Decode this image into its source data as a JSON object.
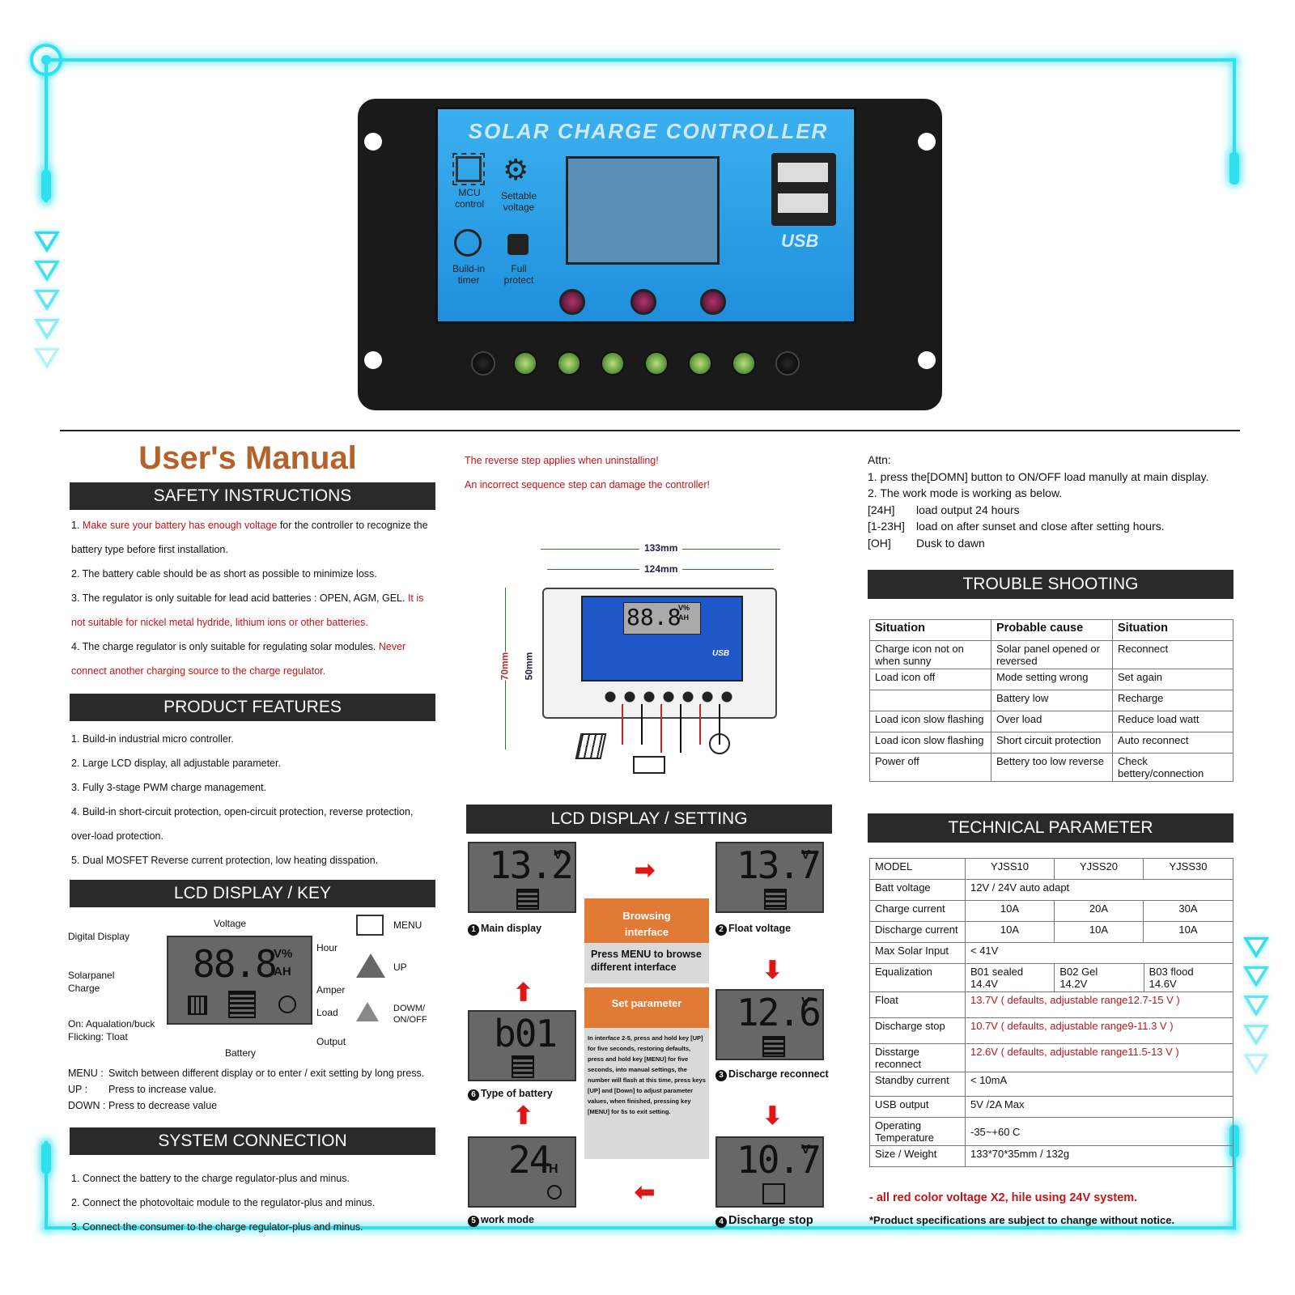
{
  "device": {
    "title": "SOLAR CHARGE CONTROLLER",
    "f1": "MCU",
    "f1b": "control",
    "f2": "Settable",
    "f2b": "voltage",
    "f3": "Build-in",
    "f3b": "timer",
    "f4": "Full",
    "f4b": "protect",
    "usb": "USB"
  },
  "manual_title": "User's Manual",
  "safety": {
    "header": "SAFETY INSTRUCTIONS",
    "l1a": "1. ",
    "l1r": "Make sure your battery has enough voltage",
    "l1b": " for the controller to recognize the",
    "l1c": "battery type before first installation.",
    "l2": "2. The battery cable should be as short as possible to minimize loss.",
    "l3a": "3. The regulator is only suitable for lead acid batteries : OPEN, AGM, GEL. ",
    "l3r": "It is",
    "l3c": "not suitable for nickel metal hydride, lithium ions or other batteries.",
    "l4a": "4. The charge regulator is only suitable for regulating solar modules. ",
    "l4r": "Never",
    "l4c": "connect another charging source to the charge regulator."
  },
  "features": {
    "header": "PRODUCT FEATURES",
    "l1": "1. Build-in industrial micro controller.",
    "l2": "2. Large LCD display, all adjustable parameter.",
    "l3": "3. Fully 3-stage PWM charge management.",
    "l4": "4. Build-in short-circuit protection, open-circuit protection, reverse protection,",
    "l4b": "over-load protection.",
    "l5": "5. Dual MOSFET Reverse current protection, low heating disspation."
  },
  "lcdkey": {
    "header": "LCD DISPLAY / KEY",
    "digital": "Digital Display",
    "voltage": "Voltage",
    "hour": "Hour",
    "amper": "Amper",
    "load": "Load",
    "output": "Output",
    "battery": "Battery",
    "solar1": "Solarpanel",
    "solar2": "Charge",
    "on": "On: Aqualation/buck",
    "flick": "Flicking: Tloat",
    "num": "88.8",
    "unit1": "V%",
    "unit2": "AH",
    "menu": "MENU",
    "up": "UP",
    "down1": "DOWM/",
    "down2": "ON/OFF",
    "k1a": "MENU :",
    "k1b": "Switch between different display or to enter / exit setting by long press.",
    "k2a": "UP :",
    "k2b": "Press to increase value.",
    "k3a": "DOWN :",
    "k3b": "Press to decrease value"
  },
  "syscon": {
    "header": "SYSTEM CONNECTION",
    "l1": "1. Connect the battery to the charge regulator-plus and minus.",
    "l2": "2. Connect the photovoltaic module to the regulator-plus and minus.",
    "l3": "3. Connect the consumer to the charge regulator-plus and minus."
  },
  "warn1": "The reverse step applies when uninstalling!",
  "warn2": "An incorrect sequence step can damage the controller!",
  "dims": {
    "w1": "133mm",
    "w2": "124mm",
    "h1": "70mm",
    "h2": "50mm",
    "num": "88.8",
    "u1": "V%",
    "u2": "AH",
    "usb": "USB"
  },
  "lcdset": {
    "header": "LCD DISPLAY / SETTING",
    "s1v": "13.2",
    "s1u": "V",
    "s1c": "Main display",
    "s1n": "1",
    "s2v": "13.7",
    "s2u": "V",
    "s2c": "Float voltage",
    "s2n": "2",
    "s3v": "12.6",
    "s3u": "V",
    "s3c": "Discharge reconnect",
    "s3n": "3",
    "s4v": "10.7",
    "s4u": "V",
    "s4c": "Discharge stop",
    "s4n": "4",
    "s5v": "24",
    "s5u": "H",
    "s5c": "work mode",
    "s5n": "5",
    "s6v": "b01",
    "s6c": "Type of battery",
    "s6n": "6",
    "browse1": "Browsing",
    "browse2": "interface",
    "press": "Press MENU to browse different interface",
    "setp": "Set parameter",
    "instr": "In interface 2-5, press and hold key [UP] for five seconds, restoring defaults, press and hold key [MENU] for five seconds, into manual settings, the number will flash at this time, press keys [UP] and [Down] to adjust parameter values, when finished, pressing key [MENU] for 5s to exit setting."
  },
  "attn": {
    "l0": "Attn:",
    "l1": "1.   press the[DOMN] button to ON/OFF load manully at main display.",
    "l2": "2.   The work mode is working as below.",
    "m1": "[24H]",
    "m1t": "load output 24 hours",
    "m2": "[1-23H]",
    "m2t": "load on after sunset and close after setting hours.",
    "m3": "[OH]",
    "m3t": "Dusk to dawn"
  },
  "trouble": {
    "header": "TROUBLE SHOOTING",
    "cols": [
      "Situation",
      "Probable cause",
      "Situation"
    ],
    "rows": [
      [
        "Charge icon not on when sunny",
        "Solar panel opened or reversed",
        "Reconnect"
      ],
      [
        "Load icon off",
        "Mode setting wrong",
        "Set again"
      ],
      [
        "",
        "Battery low",
        "Recharge"
      ],
      [
        "Load icon slow flashing",
        "Over load",
        "Reduce load watt"
      ],
      [
        "Load icon slow flashing",
        "Short circuit protection",
        "Auto reconnect"
      ],
      [
        "Power off",
        "Bettery too low reverse",
        "Check bettery/connection"
      ]
    ]
  },
  "tech": {
    "header": "TECHNICAL PARAMETER",
    "model": "MODEL",
    "m1": "YJSS10",
    "m2": "YJSS20",
    "m3": "YJSS30",
    "batt": "Batt voltage",
    "battv": "12V / 24V auto adapt",
    "charge": "Charge current",
    "c1": "10A",
    "c2": "20A",
    "c3": "30A",
    "dis": "Discharge current",
    "d1": "10A",
    "d2": "10A",
    "d3": "10A",
    "maxs": "Max Solar Input",
    "maxsv": "< 41V",
    "eq": "Equalization",
    "e1a": "B01 sealed",
    "e1b": "14.4V",
    "e2a": "B02 Gel",
    "e2b": "14.2V",
    "e3a": "B03 flood",
    "e3b": "14.6V",
    "fl": "Float",
    "flv": "13.7V  ( defaults,  adjustable range12.7-15 V )",
    "ds": "Discharge stop",
    "dsv": "10.7V  ( defaults,  adjustable range9-11.3 V   )",
    "dr": "Disstarge reconnect",
    "drv": "12.6V  ( defaults,  adjustable range11.5-13 V )",
    "sb": "Standby current",
    "sbv": "< 10mA",
    "usb": "USB output",
    "usbv": "5V /2A Max",
    "op1": "Operating",
    "op2": "Temperature",
    "opv": "-35~+60 C",
    "sz": "Size / Weight",
    "szv": "133*70*35mm / 132g"
  },
  "note1": "- all red color voltage X2,  hile using 24V system.",
  "note2": "*Product specifications are subject to change without notice.",
  "colors": {
    "accent": "#2fe0ee",
    "panel": "#2aa0e8",
    "header": "#2a2a2a",
    "red": "#c0151b",
    "orange": "#e07a35"
  }
}
